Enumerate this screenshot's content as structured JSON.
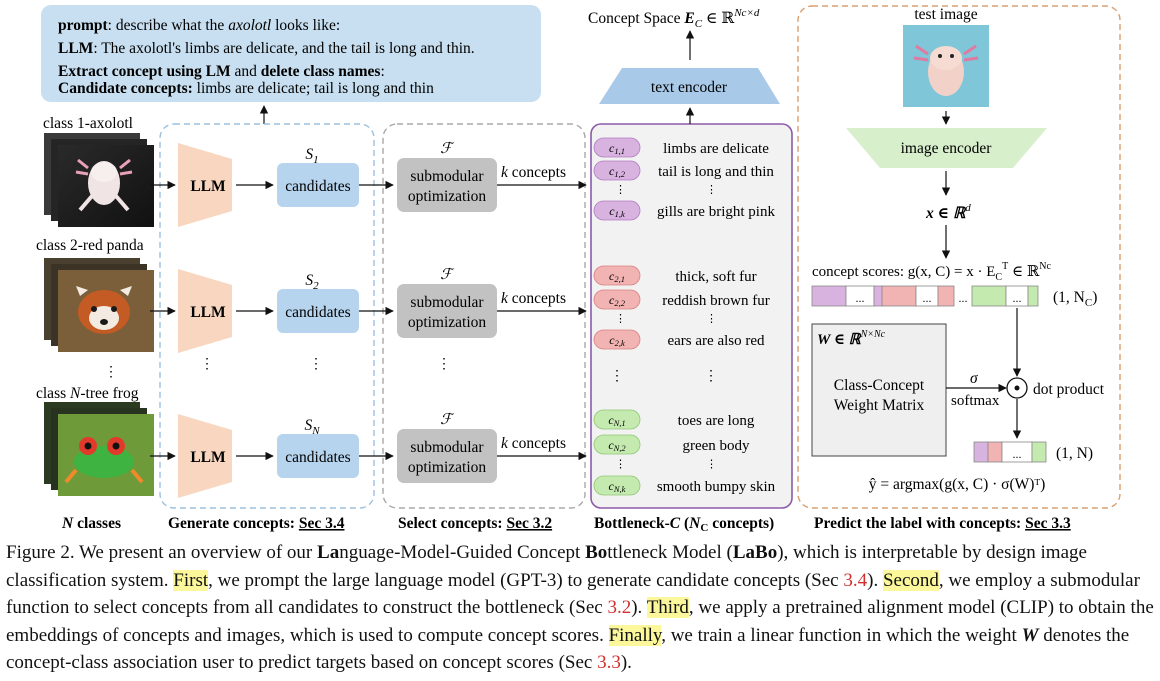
{
  "prompt_box": {
    "line1_label": "prompt",
    "line1_text_a": ": describe what the ",
    "line1_italic": "axolotl",
    "line1_text_b": " looks like:",
    "line2_label": "LLM",
    "line2_text": ": The axolotl's limbs are delicate, and the tail is long and thin.",
    "line3_bold_a": "Extract concept using LM",
    "line3_mid": " and ",
    "line3_bold_b": "delete class names",
    "line3_end": ":",
    "line4_label": "Candidate concepts:",
    "line4_text": " limbs are delicate; tail is long and thin"
  },
  "classes": [
    {
      "label": "class 1-axolotl",
      "set": "S",
      "set_sub": "1"
    },
    {
      "label": "class 2-red panda",
      "set": "S",
      "set_sub": "2"
    },
    {
      "label_pre": "class ",
      "label_italic": "N",
      "label_post": "-tree frog",
      "set": "S",
      "set_sub": "N"
    }
  ],
  "llm_label": "LLM",
  "candidates_label": "candidates",
  "submodular_line1": "submodular",
  "submodular_line2": "optimization",
  "f_symbol": "ℱ",
  "k_concepts": "k concepts",
  "bottleneck_groups": [
    {
      "color": "#d9b3e0",
      "stroke": "#b27cc2",
      "items": [
        {
          "code": "c",
          "sub": "1,1",
          "text": "limbs are delicate"
        },
        {
          "code": "c",
          "sub": "1,2",
          "text": "tail is long and thin"
        },
        {
          "code": "c",
          "sub": "1,k",
          "text": "gills are bright pink"
        }
      ]
    },
    {
      "color": "#f2b3b3",
      "stroke": "#d98080",
      "items": [
        {
          "code": "c",
          "sub": "2,1",
          "text": "thick, soft fur"
        },
        {
          "code": "c",
          "sub": "2,2",
          "text": "reddish brown fur"
        },
        {
          "code": "c",
          "sub": "2,k",
          "text": "ears are also red"
        }
      ]
    },
    {
      "color": "#c5eab0",
      "stroke": "#8fc773",
      "items": [
        {
          "code": "c",
          "sub": "N,1",
          "text": "toes are long"
        },
        {
          "code": "c",
          "sub": "N,2",
          "text": "green body"
        },
        {
          "code": "c",
          "sub": "N,k",
          "text": "smooth bumpy skin"
        }
      ]
    }
  ],
  "concept_space": "Concept Space ",
  "concept_space_math": "E",
  "concept_space_sub": "C",
  "concept_space_rest": " ∈ ℝ",
  "concept_space_sup": "Nc×d",
  "text_encoder": "text encoder",
  "test_image": "test image",
  "image_encoder": "image encoder",
  "x_in_r": "x ∈ ℝ",
  "x_in_r_sup": "d",
  "concept_scores_label": "concept scores: g(x, C) = x · E",
  "concept_scores_sub": "C",
  "concept_scores_sup_t": "T",
  "concept_scores_rest": " ∈ ℝ",
  "concept_scores_sup": "Nc",
  "dots_small": "...",
  "shape_1_nc": "(1, N",
  "shape_1_nc_sub": "C",
  "shape_1_nc_end": ")",
  "w_label": "W ∈ ℝ",
  "w_sup": "N×Nc",
  "weight_line1": "Class-Concept",
  "weight_line2": "Weight Matrix",
  "sigma": "σ",
  "softmax": "softmax",
  "dot_product": "dot product",
  "odot": "⊙",
  "shape_1_n": "(1, N)",
  "argmax": "ŷ = argmax(g(x, C) · σ(W)ᵀ)",
  "bottom_labels": {
    "n_classes_italic": "N",
    "n_classes_rest": " classes",
    "generate": "Generate concepts: ",
    "generate_sec": "Sec 3.4",
    "select": "Select concepts: ",
    "select_sec": "Sec 3.2",
    "bottleneck": "Bottleneck-",
    "bottleneck_c": "C",
    "bottleneck_paren": " (",
    "bottleneck_n": "N",
    "bottleneck_nsub": "C",
    "bottleneck_end": " concepts)",
    "predict": "Predict the label with concepts: ",
    "predict_sec": "Sec 3.3"
  },
  "caption": {
    "p1": "Figure 2. We present an overview of our ",
    "La": "La",
    "p2": "nguage-Model-Guided Concept ",
    "Bo": "Bo",
    "p3": "ttleneck Model (",
    "LaBo": "LaBo",
    "p4": "), which is interpretable by design image classification system. ",
    "first": "First",
    "p5": ", we prompt the large language model (GPT-3) to generate candidate concepts (Sec ",
    "ref1": "3.4",
    "p6": "). ",
    "second": "Second",
    "p7": ", we employ a submodular function to select concepts from all candidates to construct the bottleneck (Sec ",
    "ref2": "3.2",
    "p8": "). ",
    "third": "Third",
    "p9": ", we apply a pretrained alignment model (CLIP) to obtain the embeddings of concepts and images, which is used to compute concept scores. ",
    "finally": "Finally",
    "p10": ", we train a linear function in which the weight ",
    "W": "W",
    "p11": " denotes the concept-class association user to predict targets based on concept scores (Sec ",
    "ref3": "3.3",
    "p12": ")."
  },
  "colors": {
    "prompt_bg": "#c7dff0",
    "llm_fill": "#f8d6bf",
    "candidates_fill": "#b6d4ee",
    "submodular_fill": "#c2c2c2",
    "bottleneck_border": "#8b5aa8",
    "encoder_fill": "#a8c9e8",
    "image_encoder_fill": "#d8efcc",
    "predict_border": "#d9a070",
    "generate_border": "#9cc0de",
    "select_border": "#a8a8a8"
  }
}
